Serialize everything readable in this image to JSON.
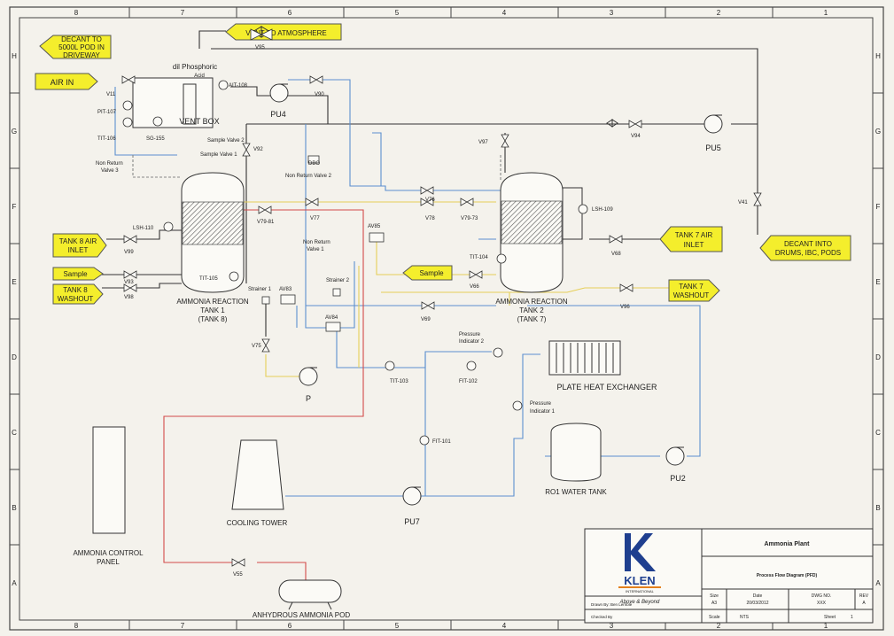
{
  "border": {
    "col_labels": [
      "8",
      "7",
      "6",
      "5",
      "4",
      "3",
      "2",
      "1"
    ],
    "row_labels": [
      "H",
      "G",
      "F",
      "E",
      "D",
      "C",
      "B",
      "A"
    ]
  },
  "flags": {
    "decant_pod": [
      "DECANT TO",
      "5000L POD IN",
      "DRIVEWAY"
    ],
    "vent_atm": "VENT TO ATMOSPHERE",
    "air_in": "AIR IN",
    "tank8_air": [
      "TANK 8 AIR",
      "INLET"
    ],
    "sample_left": "Sample",
    "tank8_washout": [
      "TANK 8",
      "WASHOUT"
    ],
    "sample_right": "Sample",
    "tank7_air": [
      "TANK 7 AIR",
      "INLET"
    ],
    "tank7_washout": [
      "TANK 7",
      "WASHOUT"
    ],
    "decant_drums": [
      "DECANT INTO",
      "DRUMS, IBC, PODS"
    ]
  },
  "equipment": {
    "tank1": [
      "AMMONIA REACTION",
      "TANK 1",
      "(TANK 8)"
    ],
    "tank2": [
      "AMMONIA REACTION",
      "TANK 2",
      "(TANK 7)"
    ],
    "vent_box": "VENT BOX",
    "dil_phosphoric": "dil Phosphoric",
    "acid": "Acid",
    "phe": "PLATE HEAT EXCHANGER",
    "ro1": "RO1 WATER TANK",
    "cooling_tower": "COOLING TOWER",
    "control_panel": [
      "AMMONIA CONTROL",
      "PANEL"
    ],
    "ammonia_pod": "ANHYDROUS AMMONIA POD"
  },
  "pumps": [
    "PU4",
    "PU5",
    "P",
    "PU7",
    "PU2"
  ],
  "valves": {
    "v95": "V95",
    "v11": "V11",
    "v90": "V90",
    "v94": "V94",
    "v97": "V97",
    "v41": "V41",
    "v92": "V92",
    "v99": "V99",
    "v93": "V93",
    "v98": "V98",
    "v79_81": "V79-81",
    "v77": "V77",
    "v76": "V76",
    "v78": "V78",
    "v79_73": "V79-73",
    "v68": "V68",
    "v66": "V66",
    "v69": "V69",
    "v96": "V96",
    "v75": "V75",
    "v55": "V55",
    "av85": "AV85",
    "av83": "AV83",
    "av84": "AV84"
  },
  "instruments": {
    "pit107": "PIT-107",
    "tit106": "TIT-106",
    "sg155": "SG-155",
    "ait108": "AIT-108",
    "lsh110": "LSH-110",
    "tit105": "TIT-105",
    "lsh109": "LSH-109",
    "tit104": "TIT-104",
    "tit103": "TIT-103",
    "fit102": "FIT-102",
    "fit101": "FIT-101",
    "pi2": [
      "Pressure",
      "Indicator 2"
    ],
    "pi1": [
      "Pressure",
      "Indicator 1"
    ],
    "sample_valve2": "Sample Valve 2",
    "sample_valve1": "Sample Valve 1",
    "nrv3": [
      "Non Return",
      "Valve 3"
    ],
    "nrv2": "Non Return Valve 2",
    "nrv1": [
      "Non Return",
      "Valve 1"
    ],
    "strainer1": "Strainer 1",
    "strainer2": "Strainer 2",
    "dbo": "DBO"
  },
  "title_block": {
    "company": "KLEN",
    "company_sub": "INTERNATIONAL",
    "slogan": "Above & Beyond",
    "project": "Ammonia Plant",
    "drawing_title": "Process Flow Diagram (PFD)",
    "drawn_by": "Drawn By: Ben Lerrible",
    "checked_by": "Checked By",
    "size_label": "Size",
    "size_val": "A3",
    "date_label": "Date",
    "date_val": "20/03/2012",
    "dwg_label": "DWG NO.",
    "dwg_val": "XXX",
    "rev_label": "REV",
    "rev_val": "A",
    "scale_label": "Scale",
    "scale_val": "NTS",
    "sheet_label": "Sheet",
    "sheet_val": "1"
  },
  "colors": {
    "flag_fill": "#f4ee2c",
    "line_black": "#333333",
    "line_blue": "#5b8fd0",
    "line_red": "#d24a4a",
    "line_yellow": "#e6cf58",
    "logo_blue": "#1f3f8f",
    "logo_orange": "#e3801d"
  }
}
